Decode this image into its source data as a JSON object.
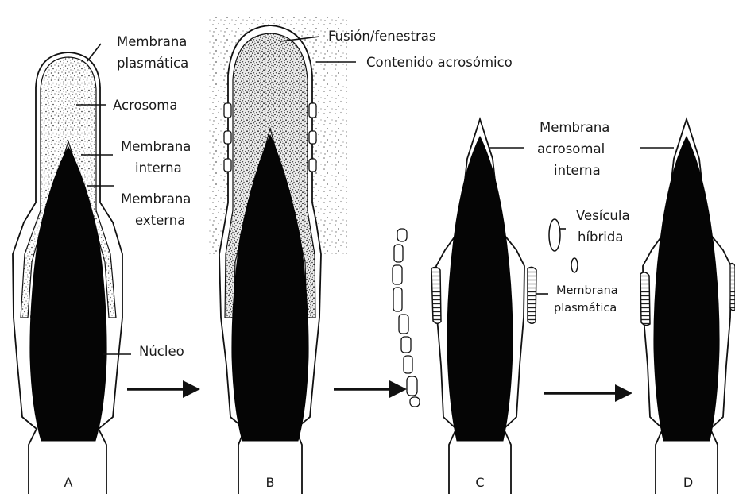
{
  "labels": {
    "plasma_membrane_a": [
      "Membrana",
      "plasmática"
    ],
    "acrosome": "Acrosoma",
    "inner_membrane": [
      "Membrana",
      "interna"
    ],
    "outer_membrane": [
      "Membrana",
      "externa"
    ],
    "nucleus": "Núcleo",
    "fusion": "Fusión/fenestras",
    "acrosomal_content": "Contenido acrosómico",
    "inner_acrosomal_membrane": [
      "Membrana",
      "acrosomal",
      "interna"
    ],
    "hybrid_vesicle": [
      "Vesícula",
      "híbrida"
    ],
    "plasma_membrane_c": [
      "Membrana",
      "plasmática"
    ]
  },
  "panels": [
    "A",
    "B",
    "C",
    "D"
  ],
  "colors": {
    "ink": "#111111",
    "nucleus": "#050505",
    "background": "#ffffff"
  }
}
